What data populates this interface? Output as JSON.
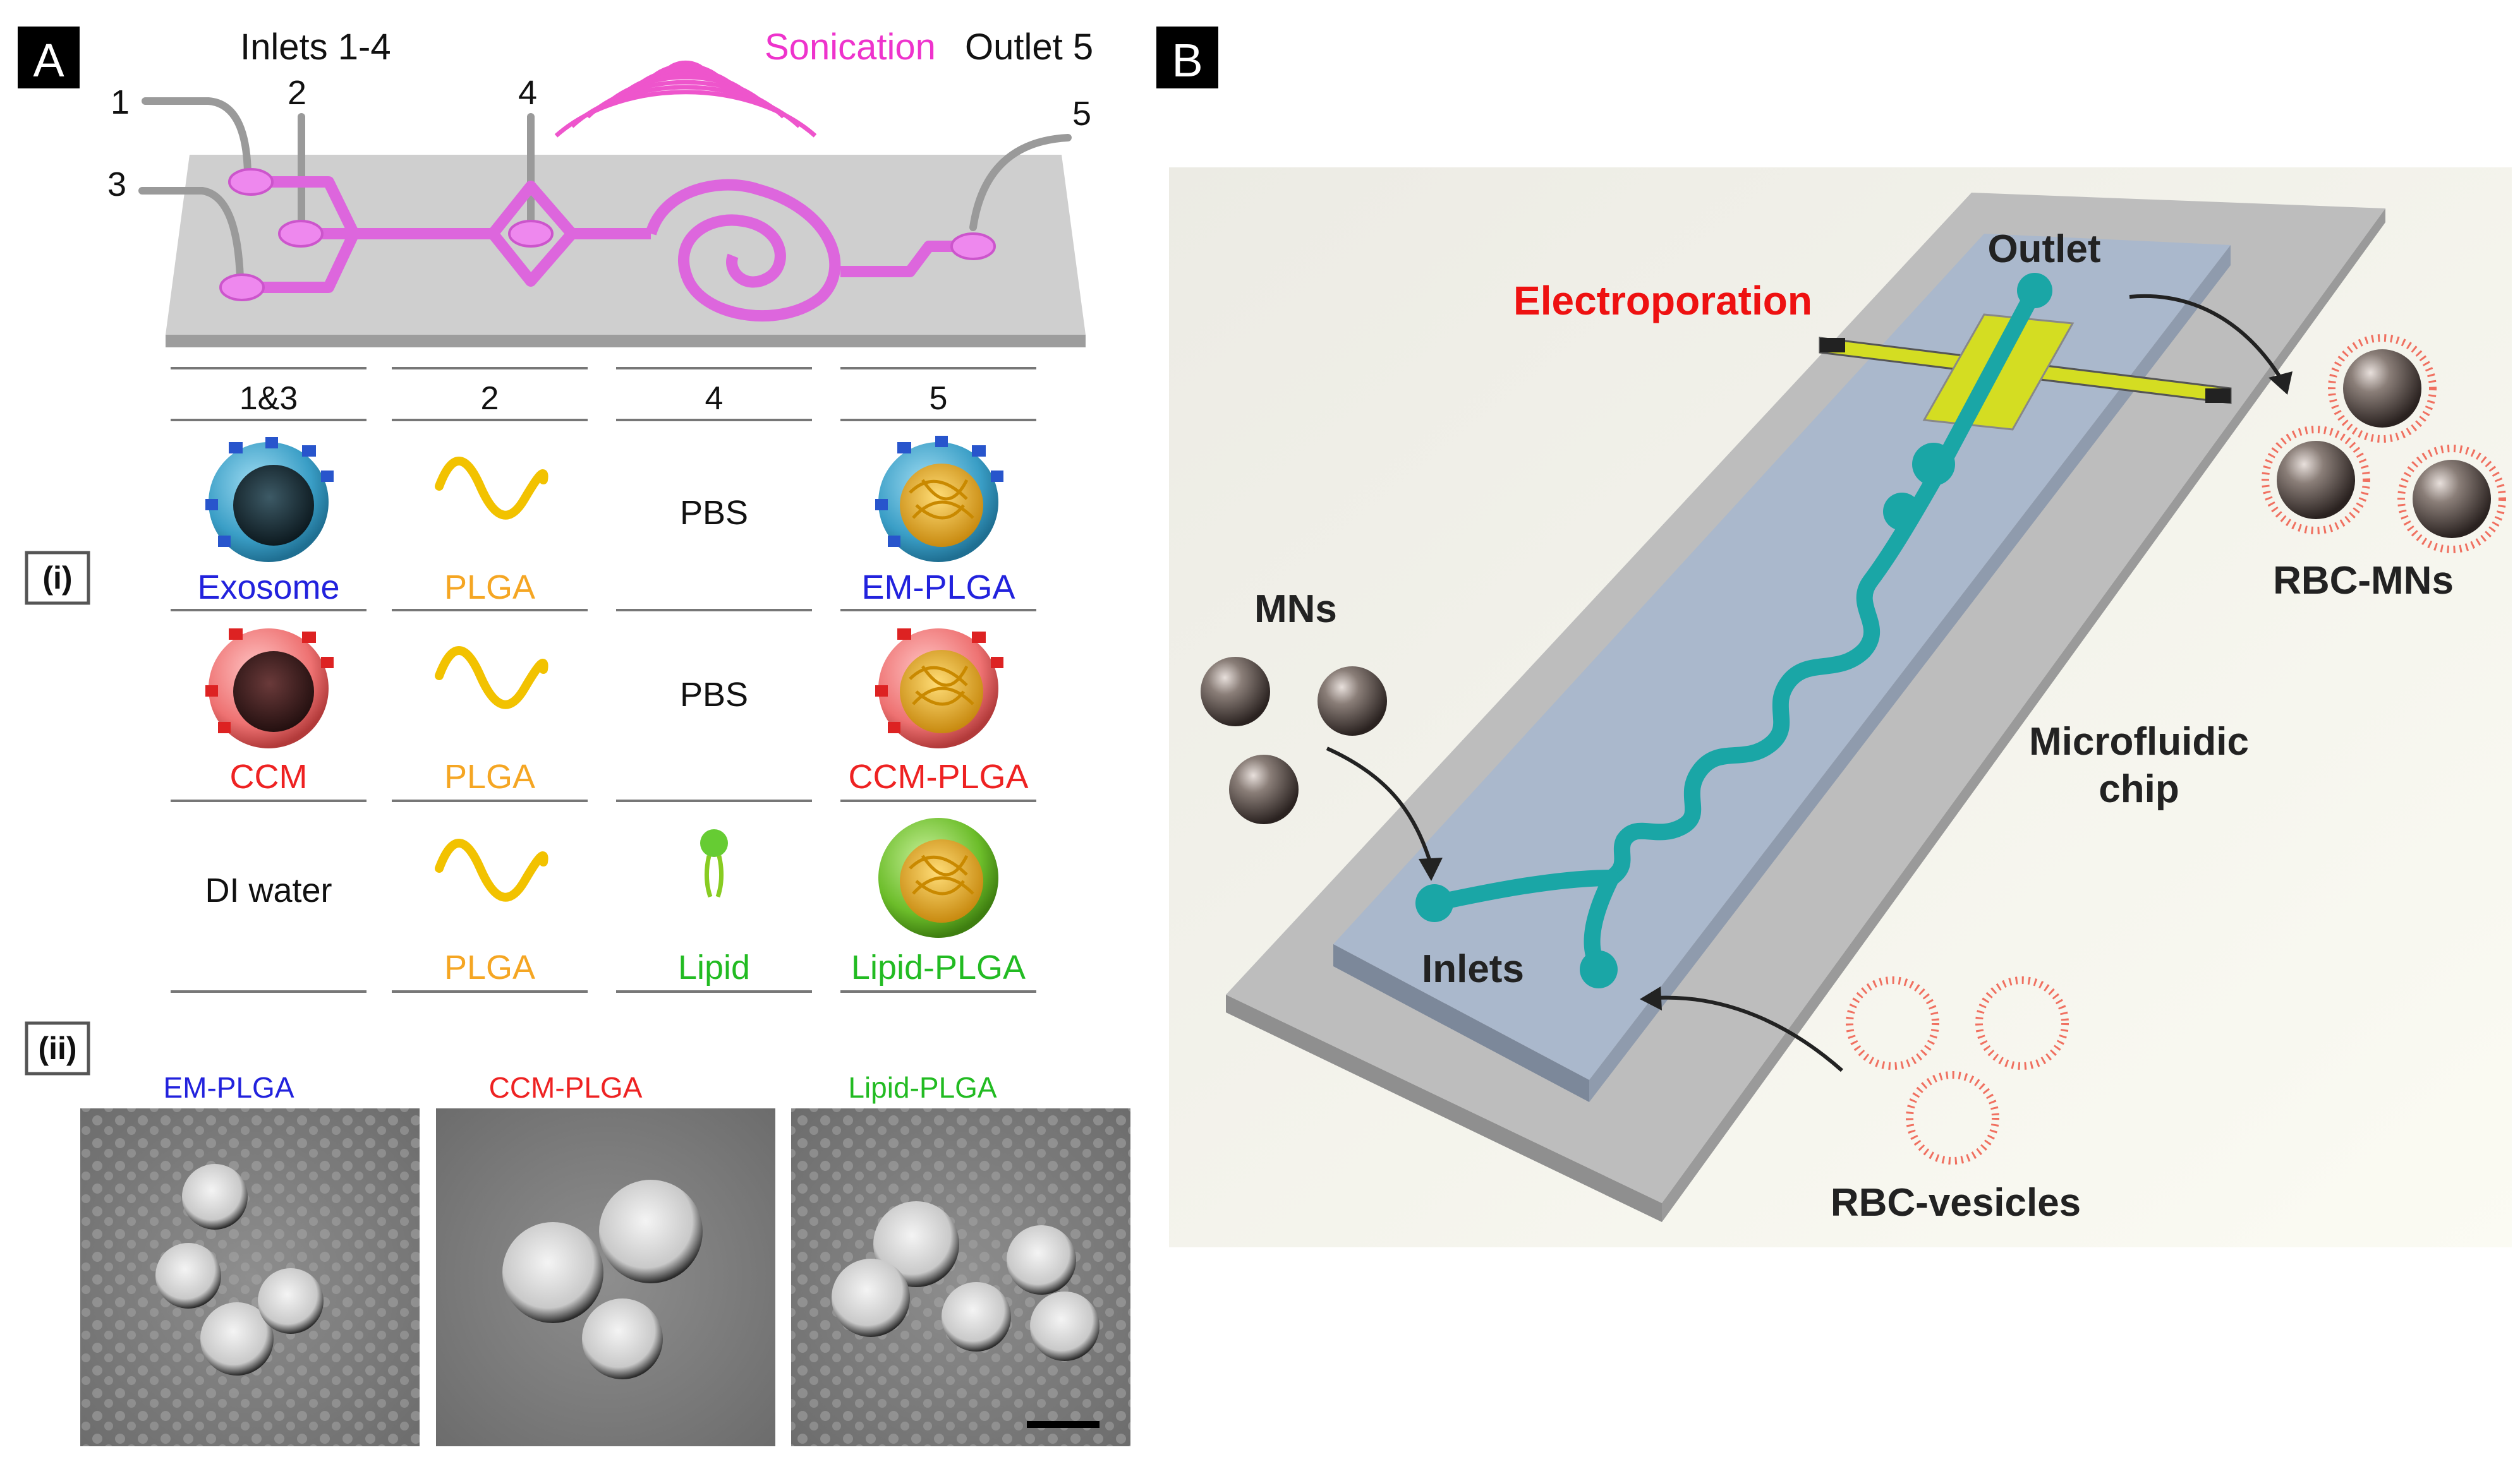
{
  "panel_a": {
    "label": "A",
    "inlets_label": "Inlets 1-4",
    "sonication_label": "Sonication",
    "outlet_label": "Outlet 5",
    "port_numbers": [
      "1",
      "2",
      "3",
      "4",
      "5"
    ],
    "columns": [
      "1&3",
      "2",
      "4",
      "5"
    ],
    "row_label_i": "(i)",
    "rows": [
      {
        "c1": "Exosome",
        "c2": "PLGA",
        "c3": "PBS",
        "c4": "EM-PLGA"
      },
      {
        "c1": "CCM",
        "c2": "PLGA",
        "c3": "PBS",
        "c4": "CCM-PLGA"
      },
      {
        "c1": "DI water",
        "c2": "PLGA",
        "c3": "Lipid",
        "c4": "Lipid-PLGA"
      }
    ],
    "row_label_ii": "(ii)",
    "tem": [
      {
        "label": "EM-PLGA"
      },
      {
        "label": "CCM-PLGA"
      },
      {
        "label": "Lipid-PLGA"
      }
    ],
    "colors": {
      "blue": "#2222dd",
      "red": "#ee2222",
      "green": "#22bb22",
      "orange": "#f5a623",
      "magenta": "#ee33cc",
      "chip_channel": "#dd66dd"
    }
  },
  "panel_b": {
    "label": "B",
    "outlet_label": "Outlet",
    "electroporation_label": "Electroporation",
    "mns_label": "MNs",
    "inlets_label": "Inlets",
    "chip_label_line1": "Microfluidic",
    "chip_label_line2": "chip",
    "rbc_mns_label": "RBC-MNs",
    "rbc_vesicles_label": "RBC-vesicles",
    "colors": {
      "channel": "#1aa6a6",
      "electrode": "#d4dd22",
      "electroporation": "#ee1111",
      "vesicle": "#f07060"
    }
  }
}
